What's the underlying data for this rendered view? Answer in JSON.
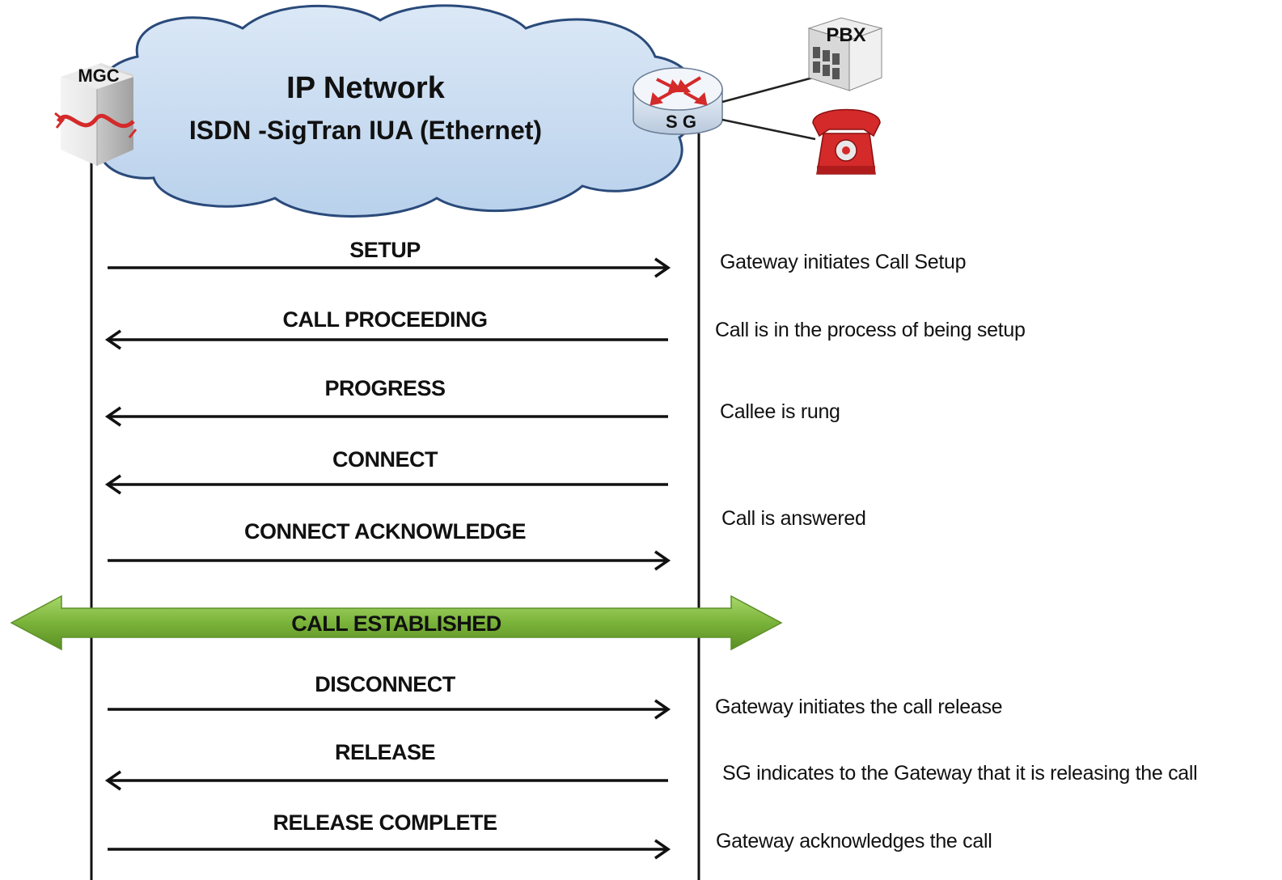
{
  "network": {
    "title": "IP Network",
    "subtitle": "ISDN -SigTran IUA (Ethernet)"
  },
  "nodes": {
    "mgc": "MGC",
    "sg": "S G",
    "pbx": "PBX"
  },
  "messages": [
    {
      "label": "SETUP",
      "direction": "right"
    },
    {
      "label": "CALL PROCEEDING",
      "direction": "left"
    },
    {
      "label": "PROGRESS",
      "direction": "left"
    },
    {
      "label": "CONNECT",
      "direction": "left"
    },
    {
      "label": "CONNECT ACKNOWLEDGE",
      "direction": "right"
    },
    {
      "label": "DISCONNECT",
      "direction": "right"
    },
    {
      "label": "RELEASE",
      "direction": "left"
    },
    {
      "label": "RELEASE COMPLETE",
      "direction": "right"
    }
  ],
  "established": {
    "label": "CALL ESTABLISHED",
    "color": "#7ab33a"
  },
  "notes": [
    "Gateway initiates Call Setup",
    "Call is in the process of  being setup",
    "Callee is  rung",
    "Call is answered",
    "Gateway initiates the call release",
    "SG indicates to the Gateway that it is releasing the call",
    "Gateway acknowledges  the call"
  ],
  "colors": {
    "cloud_fill": "#c8dcf0",
    "cloud_stroke": "#2a4a7a",
    "phone": "#d42a2a"
  }
}
